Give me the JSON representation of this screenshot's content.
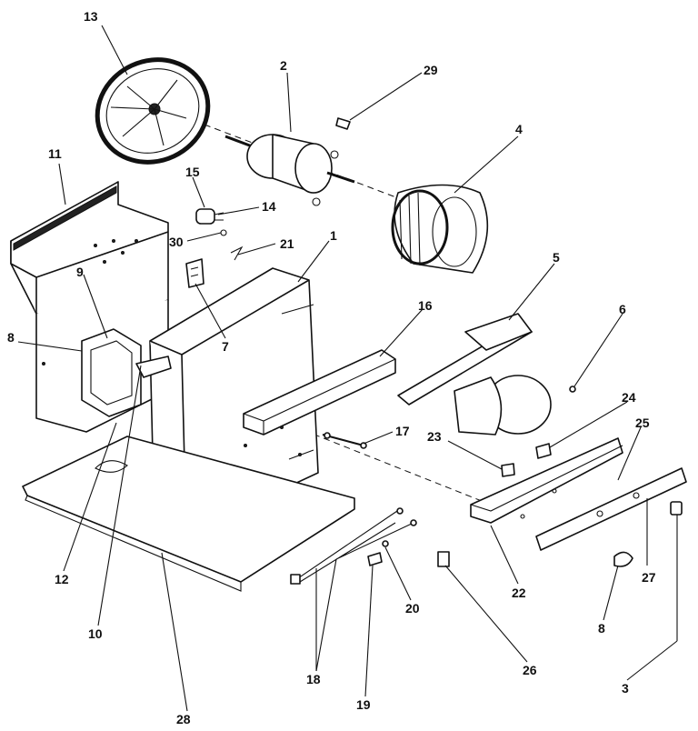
{
  "labels": {
    "p1": "1",
    "p2": "2",
    "p3": "3",
    "p4": "4",
    "p5": "5",
    "p6": "6",
    "p7": "7",
    "p8a": "8",
    "p8b": "8",
    "p9": "9",
    "p10": "10",
    "p11": "11",
    "p12": "12",
    "p13": "13",
    "p14": "14",
    "p15": "15",
    "p16": "16",
    "p17": "17",
    "p18": "18",
    "p19": "19",
    "p20": "20",
    "p21": "21",
    "p22": "22",
    "p23": "23",
    "p24": "24",
    "p25": "25",
    "p26": "26",
    "p27": "27",
    "p28": "28",
    "p29": "29",
    "p30": "30"
  }
}
